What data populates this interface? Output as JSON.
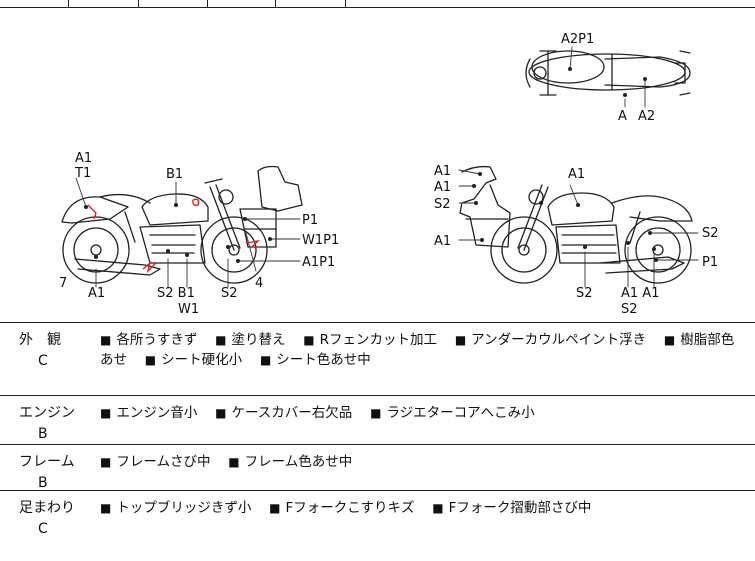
{
  "header_row": {
    "text": ""
  },
  "diagram": {
    "top_view_labels": {
      "a2p1": "A2P1",
      "a": "A",
      "a2": "A2"
    },
    "left_bike_labels": {
      "a1_top": "A1",
      "t1": "T1",
      "b1_top": "B1",
      "p1": "P1",
      "w1p1": "W1P1",
      "a1p1": "A1P1",
      "seven": "7",
      "a1_bottom": "A1",
      "s2b1": "S2 B1",
      "w1": "W1",
      "s2_bottom": "S2",
      "four": "4"
    },
    "right_bike_labels": {
      "a1_first": "A1",
      "a1_second": "A1",
      "s2_top": "S2",
      "a1_mid": "A1",
      "a1_tank": "A1",
      "s2_right": "S2",
      "p1_right": "P1",
      "s2_bottom": "S2",
      "a1a1": "A1  A1",
      "s2_under": "S2"
    }
  },
  "sections": [
    {
      "category": "外　観",
      "grade": "C",
      "items": [
        "各所うすきず",
        "塗り替え",
        "Rフェンカット加工",
        "アンダーカウルペイント浮き",
        "樹脂部色あせ",
        "シート硬化小",
        "シート色あせ中"
      ]
    },
    {
      "category": "エンジン",
      "grade": "B",
      "items": [
        "エンジン音小",
        "ケースカバー右欠品",
        "ラジエターコアへこみ小"
      ]
    },
    {
      "category": "フレーム",
      "grade": "B",
      "items": [
        "フレームさび中",
        "フレーム色あせ中"
      ]
    },
    {
      "category": "足まわり",
      "grade": "C",
      "items": [
        "トップブリッジきず小",
        "Fフォークこすりキズ",
        "Fフォーク摺動部さび中"
      ]
    }
  ],
  "bullet_icon": "black-square-icon",
  "colors": {
    "line": "#222222",
    "annotation_red": "#d22020"
  }
}
